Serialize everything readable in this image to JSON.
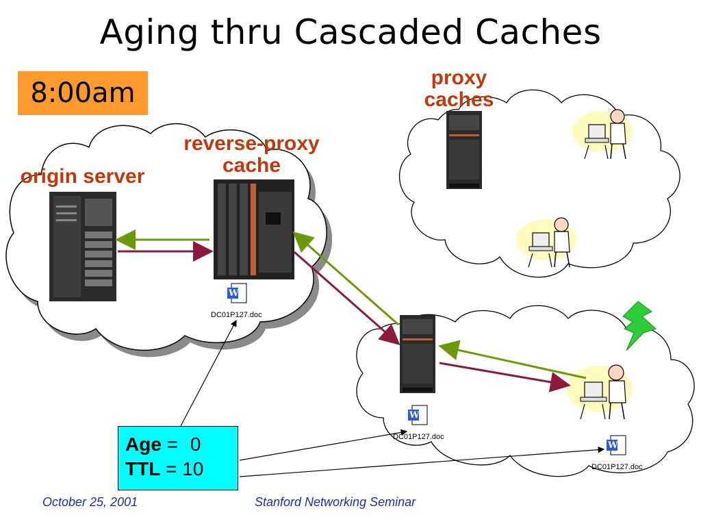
{
  "slide": {
    "title": "Aging thru Cascaded Caches",
    "time": "8:00am"
  },
  "labels": {
    "origin_server": "origin server",
    "reverse_proxy_line1": "reverse-proxy",
    "reverse_proxy_line2": "cache",
    "proxy_caches_line1": "proxy",
    "proxy_caches_line2": "caches"
  },
  "documents": {
    "reverse_proxy_doc": "DC01P127.doc",
    "proxy_doc": "DC01P127.doc",
    "client_doc": "DC01P127.doc",
    "doc_icon_letter": "W"
  },
  "info": {
    "age_label": "Age",
    "age_value": "0",
    "ttl_label": "TTL",
    "ttl_value": "10",
    "equals": "="
  },
  "footer": {
    "date": "October 25, 2001",
    "event": "Stanford Networking Seminar"
  },
  "colors": {
    "request_arrow": "#8b1a3c",
    "response_arrow": "#6a9a0a",
    "label_red": "#c0390b",
    "time_bg": "#ff9a2e",
    "info_bg": "#00ffff",
    "footer_text": "#1a2ea8",
    "lightning": "#2fcc3a"
  }
}
